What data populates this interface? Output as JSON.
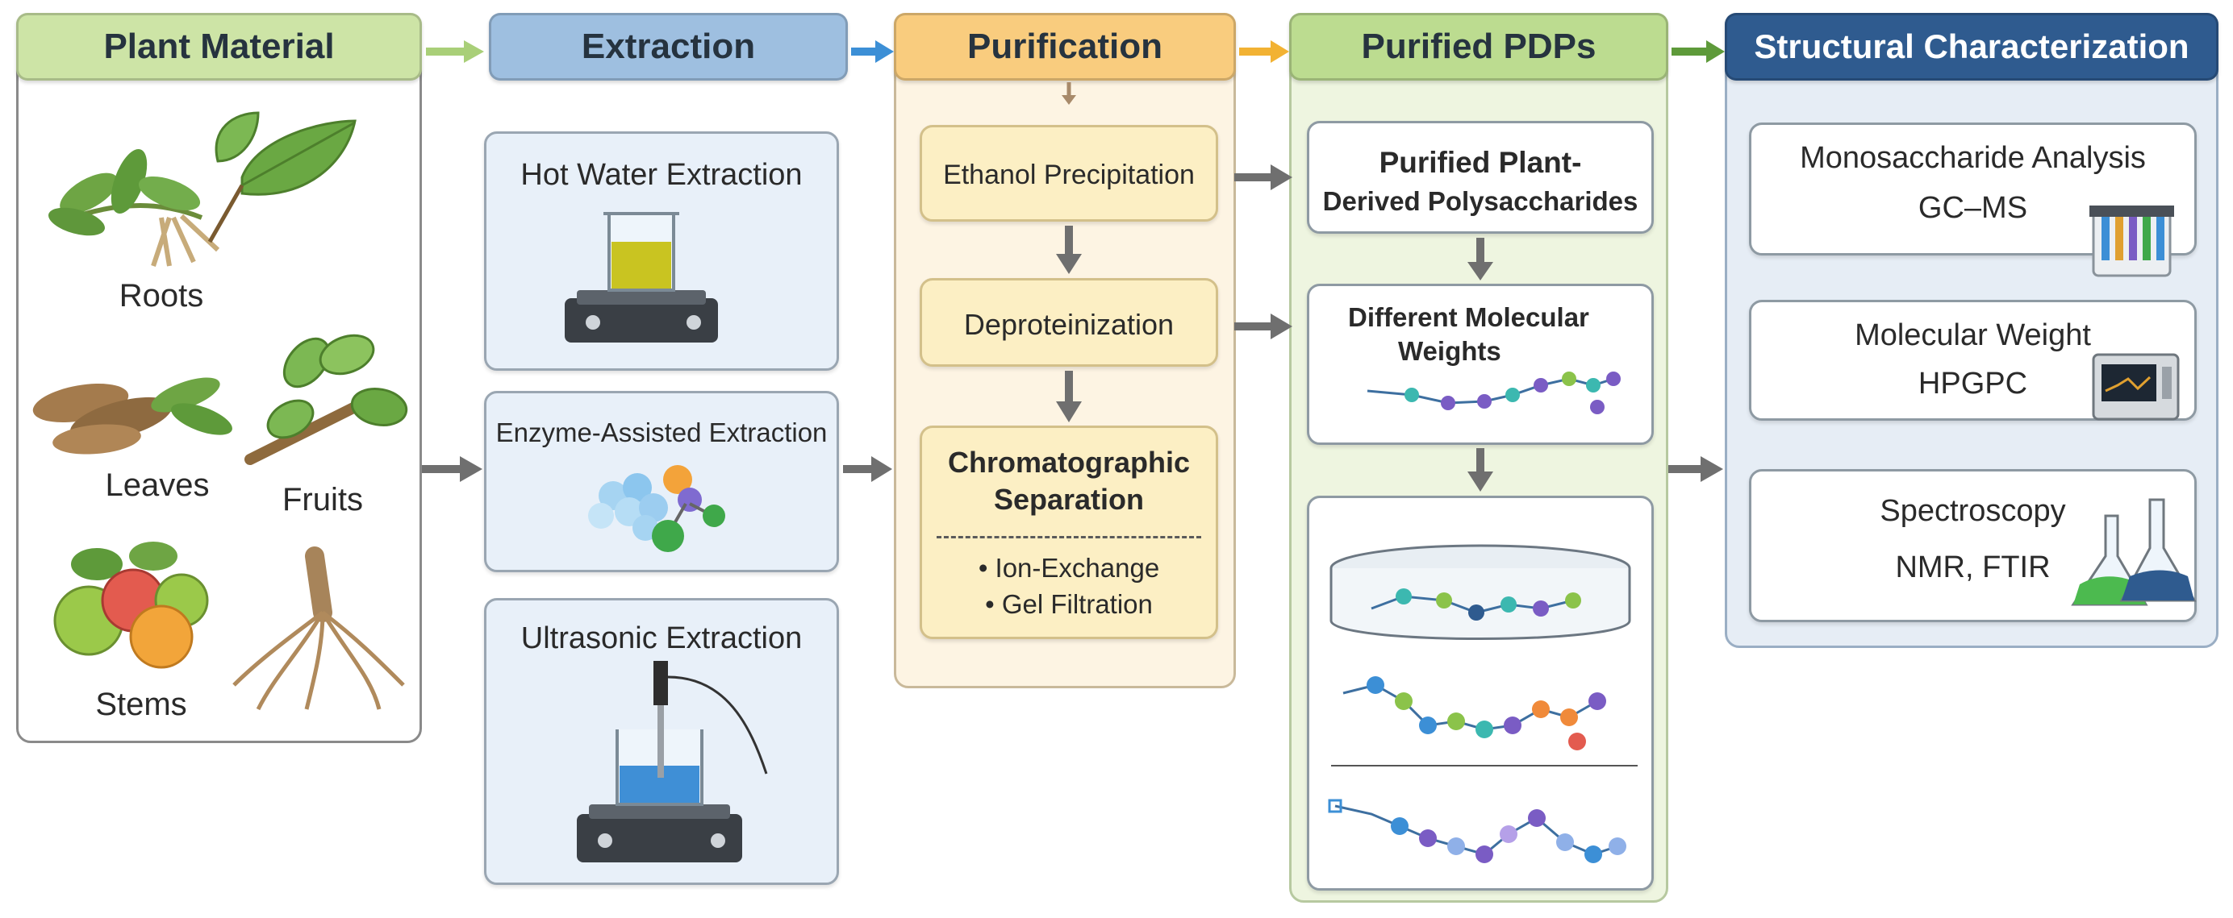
{
  "headers": {
    "plant": "Plant Material",
    "extraction": "Extraction",
    "purification": "Purification",
    "purified": "Purified PDPs",
    "structural": "Structural Characterization"
  },
  "plant_labels": {
    "roots": "Roots",
    "leaves": "Leaves",
    "fruits": "Fruits",
    "stems": "Stems"
  },
  "extraction_methods": {
    "hot_water": "Hot Water Extraction",
    "enzyme": "Enzyme-Assisted Extraction",
    "ultrasonic": "Ultrasonic Extraction"
  },
  "purification_steps": {
    "ethanol": "Ethanol Precipitation",
    "deproteinization": "Deproteinization",
    "chromatographic_line1": "Chromatographic",
    "chromatographic_line2": "Separation",
    "ion_exchange": "• Ion-Exchange",
    "gel_filtration": "• Gel Filtration"
  },
  "purified": {
    "line1": "Purified Plant-",
    "line2": "Derived Polysaccharides",
    "mw_line1": "Different Molecular",
    "mw_line2": "Weights"
  },
  "structural": {
    "mono_title": "Monosaccharide Analysis",
    "mono_method": "GC–MS",
    "mw_title": "Molecular Weight",
    "mw_method": "HPGPC",
    "spec_title": "Spectroscopy",
    "spec_method": "NMR, FTIR"
  },
  "colors": {
    "plant": "#a9cf78",
    "extraction": "#7fa8d2",
    "purification": "#f6c36f",
    "purified": "#a8d07c",
    "structural": "#2f5b8f"
  }
}
